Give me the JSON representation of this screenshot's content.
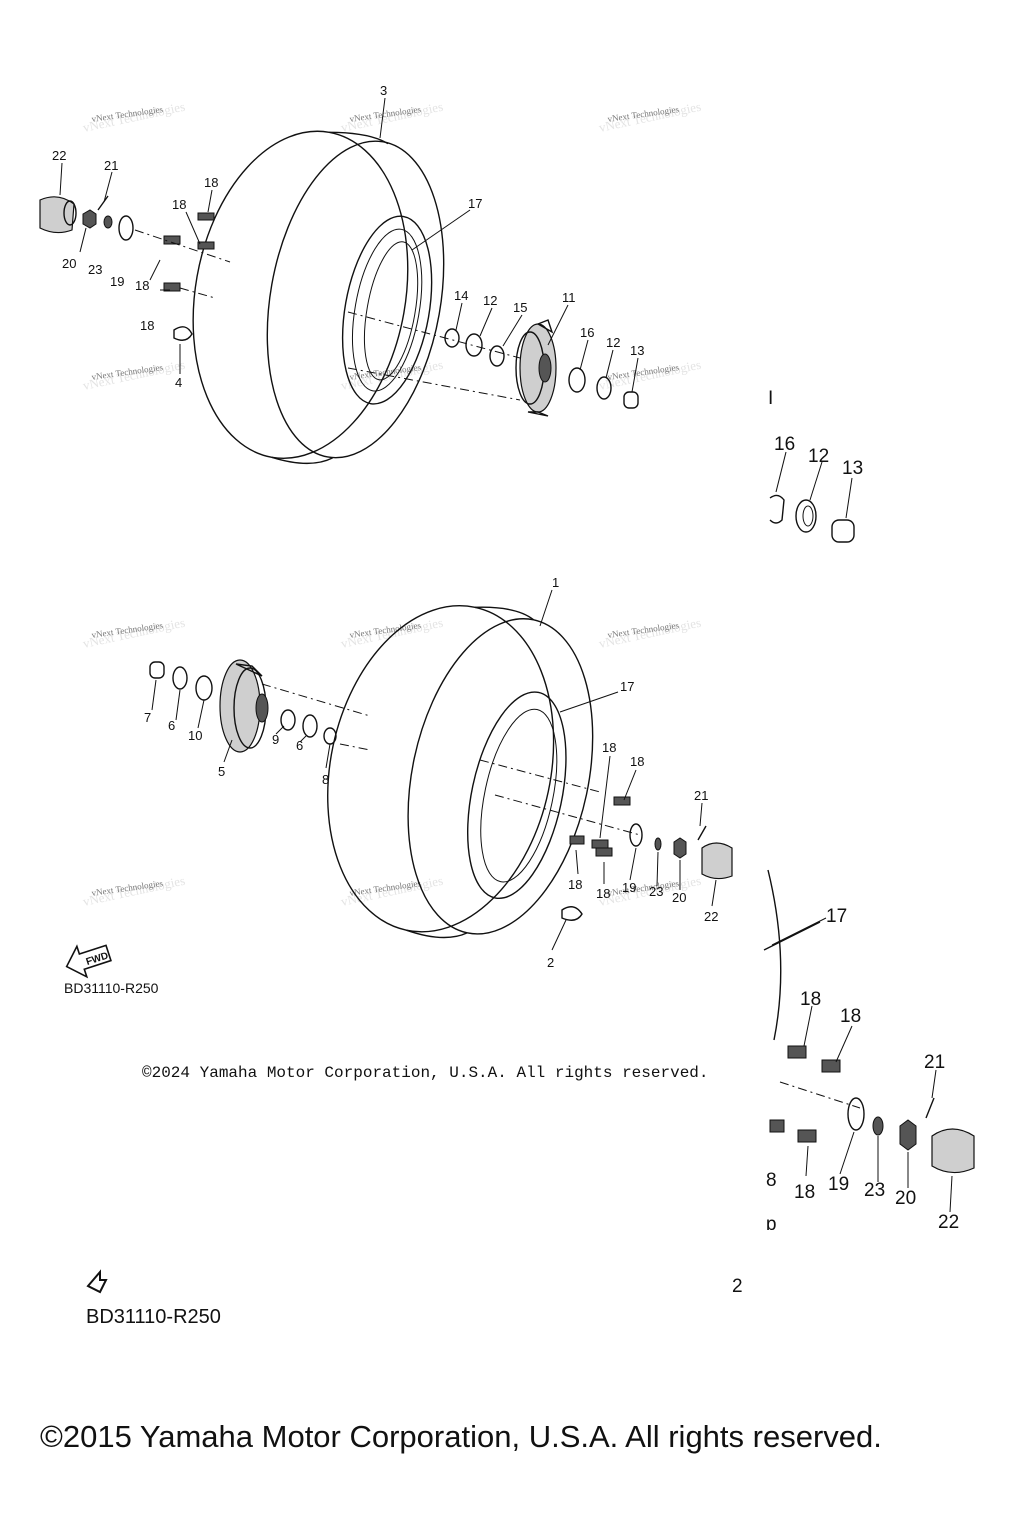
{
  "watermark": {
    "text": "vNext Technologies"
  },
  "upper_assembly": {
    "callouts": [
      "3",
      "22",
      "21",
      "18",
      "18",
      "17",
      "20",
      "23",
      "19",
      "18",
      "18",
      "14",
      "12",
      "15",
      "11",
      "16",
      "12",
      "13",
      "4"
    ]
  },
  "lower_assembly": {
    "callouts": [
      "1",
      "17",
      "7",
      "6",
      "10",
      "5",
      "9",
      "6",
      "8",
      "18",
      "18",
      "21",
      "18",
      "18",
      "19",
      "23",
      "20",
      "22",
      "2"
    ]
  },
  "inset_upper": {
    "callouts": [
      "16",
      "12",
      "13"
    ],
    "fragment": "I"
  },
  "inset_lower": {
    "callouts": [
      "17",
      "18",
      "18",
      "21",
      "8",
      "18",
      "19",
      "23",
      "20",
      "22"
    ],
    "fragments": [
      "ɒ",
      "2"
    ]
  },
  "fwd_badge": "FWD",
  "figure_code": "BD31110-R250",
  "figure_code_enlarged": "BD31110-R250",
  "copyright_2024": "©2024 Yamaha Motor Corporation, U.S.A. All rights reserved.",
  "copyright_2015": "©2015 Yamaha Motor Corporation, U.S.A. All rights reserved."
}
